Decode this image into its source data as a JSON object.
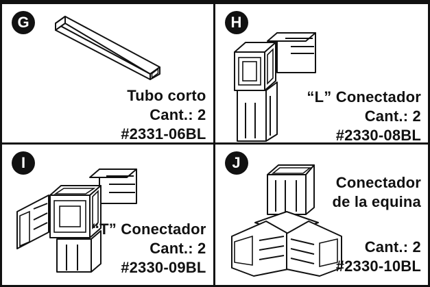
{
  "parts": [
    {
      "letter": "G",
      "name": "Tubo corto",
      "qty": "Cant.: 2",
      "code": "#2331-06BL"
    },
    {
      "letter": "H",
      "name": "“L” Conectador",
      "qty": "Cant.: 2",
      "code": "#2330-08BL"
    },
    {
      "letter": "I",
      "name": "“T” Conectador",
      "qty": "Cant.: 2",
      "code": "#2330-09BL"
    },
    {
      "letter": "J",
      "name_line1": "Conectador",
      "name_line2": "de la equina",
      "qty": "Cant.: 2",
      "code": "#2330-10BL"
    }
  ]
}
